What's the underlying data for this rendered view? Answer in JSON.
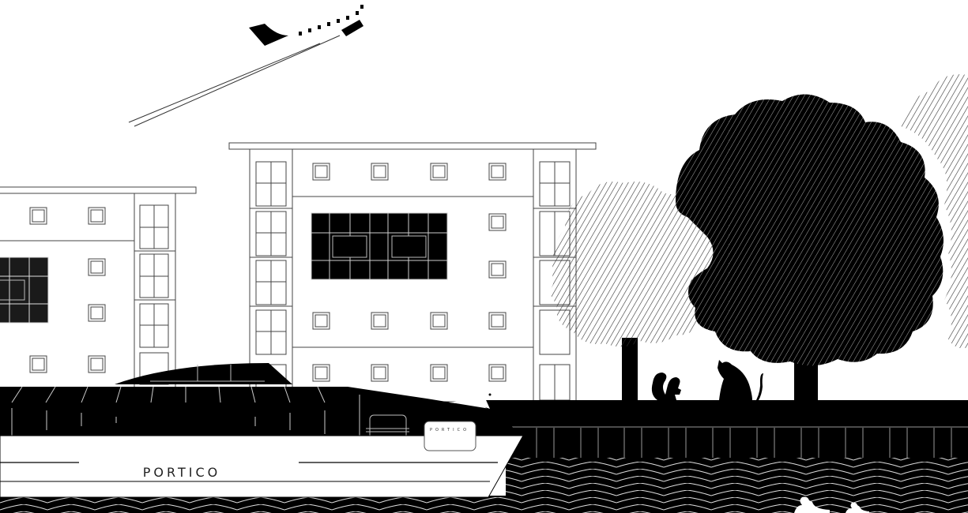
{
  "scene": {
    "title": "Riverside illustration",
    "palette": {
      "ink": "#000000",
      "paper": "#ffffff",
      "line": "#444444",
      "hatch_light": "#555555"
    }
  },
  "boat": {
    "hull_name": "PORTICO",
    "cabin_badge": "PORTICO"
  },
  "elements": {
    "airplane": "airplane",
    "buildings": [
      "left-apartment-building",
      "center-apartment-building"
    ],
    "trees": [
      "light-hatched-tree",
      "dark-hatched-tree",
      "far-right-hatched-tree"
    ],
    "animals": [
      "squirrel",
      "cat",
      "duck",
      "duckling"
    ]
  }
}
